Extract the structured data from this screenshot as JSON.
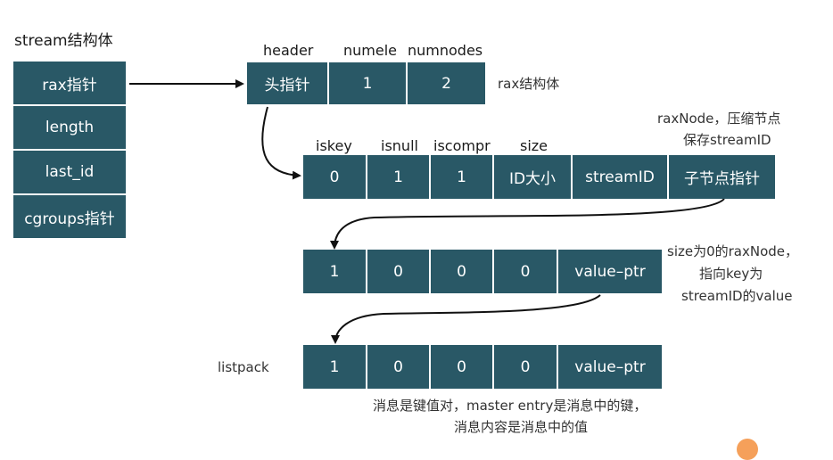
{
  "stream_struct": {
    "title": "stream结构体",
    "fields": [
      "rax指针",
      "length",
      "last_id",
      "cgroups指针"
    ]
  },
  "rax": {
    "headers": [
      "header",
      "numele",
      "numnodes"
    ],
    "cells": [
      "头指针",
      "1",
      "2"
    ],
    "label": "rax结构体"
  },
  "raxnode": {
    "headers": [
      "iskey",
      "isnull",
      "iscompr",
      "size"
    ],
    "cells": [
      "0",
      "1",
      "1",
      "ID大小",
      "streamID",
      "子节点指针"
    ],
    "note_line1": "raxNode，压缩节点",
    "note_line2": "保存streamID"
  },
  "leafnode": {
    "cells": [
      "1",
      "0",
      "0",
      "0",
      "value–ptr"
    ],
    "note_line1": "size为0的raxNode，",
    "note_line2": "指向key为",
    "note_line3": "streamID的value"
  },
  "listpack": {
    "label": "listpack",
    "cells": [
      "1",
      "0",
      "0",
      "0",
      "value–ptr"
    ],
    "note_line1": "消息是键值对，master entry是消息中的键，",
    "note_line2": "消息内容是消息中的值"
  },
  "colors": {
    "box": "#295866",
    "arrow": "#111111"
  }
}
